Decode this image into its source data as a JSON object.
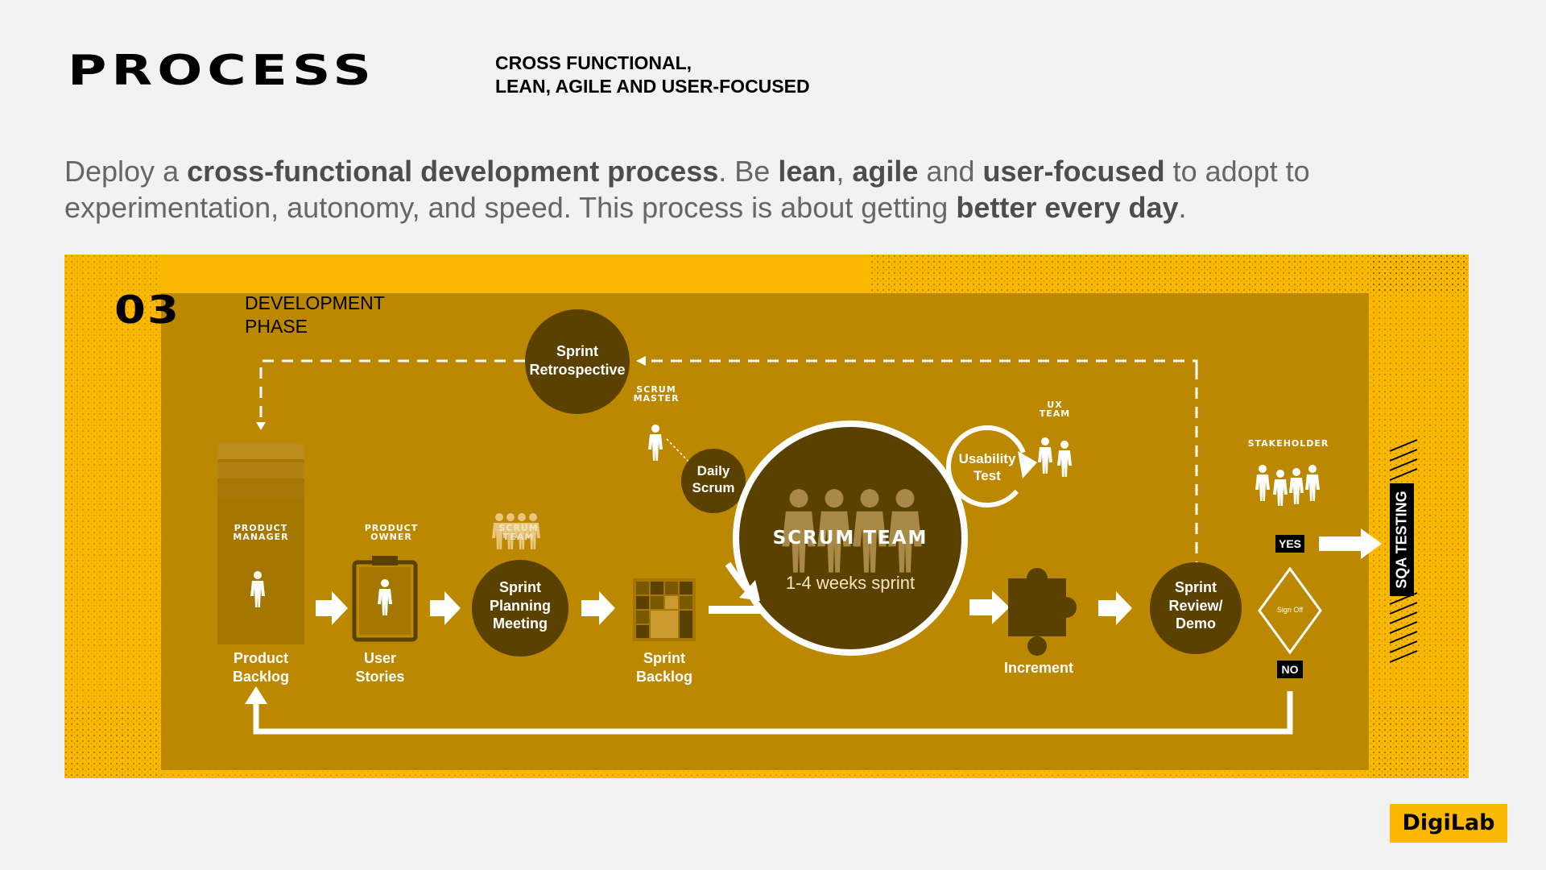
{
  "header": {
    "title": "PROCESS",
    "subtitle_line1": "CROSS FUNCTIONAL,",
    "subtitle_line2": "LEAN, AGILE AND USER-FOCUSED"
  },
  "intro": {
    "p1": "Deploy a ",
    "b1": "cross-functional development process",
    "p2": ". Be ",
    "b2": "lean",
    "p3": ", ",
    "b3": "agile",
    "p4": " and ",
    "b4": "user-focused",
    "p5": " to adopt to experimentation, autonomy, and speed. This process is about getting ",
    "b5": "better every day",
    "p6": "."
  },
  "phase": {
    "number": "03",
    "label_line1": "DEVELOPMENT",
    "label_line2": "PHASE"
  },
  "nodes": {
    "sprint_retrospective": {
      "line1": "Sprint",
      "line2": "Retrospective"
    },
    "scrum_master": {
      "line1": "SCRUM",
      "line2": "MASTER"
    },
    "daily_scrum": {
      "line1": "Daily",
      "line2": "Scrum"
    },
    "scrum_team_title": "SCRUM TEAM",
    "sprint_length": "1-4 weeks sprint",
    "usability_test": {
      "line1": "Usability",
      "line2": "Test"
    },
    "ux_team": {
      "line1": "UX",
      "line2": "TEAM"
    },
    "stakeholder": "STAKEHOLDER",
    "product_manager": {
      "line1": "PRODUCT",
      "line2": "MANAGER"
    },
    "product_owner": {
      "line1": "PRODUCT",
      "line2": "OWNER"
    },
    "scrum_team_small": {
      "line1": "SCRUM",
      "line2": "TEAM"
    },
    "product_backlog": {
      "line1": "Product",
      "line2": "Backlog"
    },
    "user_stories": {
      "line1": "User",
      "line2": "Stories"
    },
    "sprint_planning": {
      "line1": "Sprint",
      "line2": "Planning",
      "line3": "Meeting"
    },
    "sprint_backlog": {
      "line1": "Sprint",
      "line2": "Backlog"
    },
    "increment": "Increment",
    "sprint_review": {
      "line1": "Sprint",
      "line2": "Review/",
      "line3": "Demo"
    },
    "sign_off": "Sign Off",
    "yes": "YES",
    "no": "NO",
    "sqa_testing": "SQA TESTING"
  },
  "brand": {
    "logo": "DigiLab"
  },
  "colors": {
    "accent_yellow": "#fbb800",
    "inner_panel": "#bb8800",
    "dark_circle": "#5a4100",
    "background": "#f2f2f2"
  },
  "icons": [
    "person-icon",
    "team-icon",
    "clipboard-icon",
    "grid-icon",
    "puzzle-icon",
    "diamond-decision-icon",
    "arrow-icon",
    "cycle-arrow-icon"
  ]
}
